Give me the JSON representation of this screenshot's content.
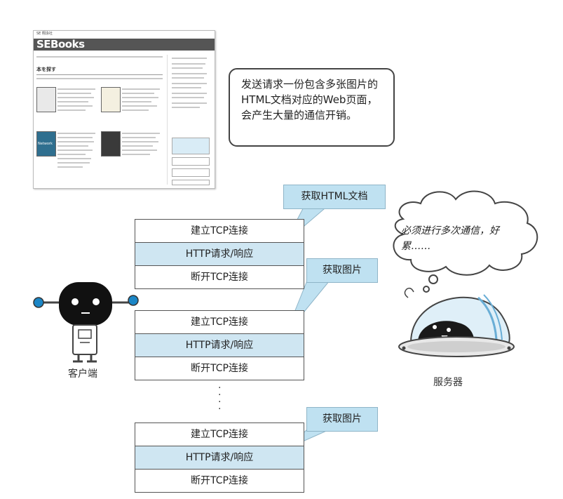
{
  "thumbnail": {
    "header_text": "SE 翔泳社",
    "logo": "SEBooks",
    "heading": "本を探す",
    "book_cover_text": "Network"
  },
  "note": {
    "text": "发送请求一份包含多张图片的HTML文档对应的Web页面，会产生大量的通信开销。"
  },
  "sequences": [
    {
      "rows": [
        "建立TCP连接",
        "HTTP请求/响应",
        "断开TCP连接"
      ],
      "callout": "获取HTML文档"
    },
    {
      "rows": [
        "建立TCP连接",
        "HTTP请求/响应",
        "断开TCP连接"
      ],
      "callout": "获取图片"
    },
    {
      "rows": [
        "建立TCP连接",
        "HTTP请求/响应",
        "断开TCP连接"
      ],
      "callout": "获取图片"
    }
  ],
  "client": {
    "label": "客户端"
  },
  "server": {
    "label": "服务器",
    "thought": "必须进行多次通信，好累……"
  },
  "colors": {
    "row_highlight": "#cfe6f2",
    "callout_fill": "#bfe1f1",
    "robot_accent": "#1b86c6"
  }
}
